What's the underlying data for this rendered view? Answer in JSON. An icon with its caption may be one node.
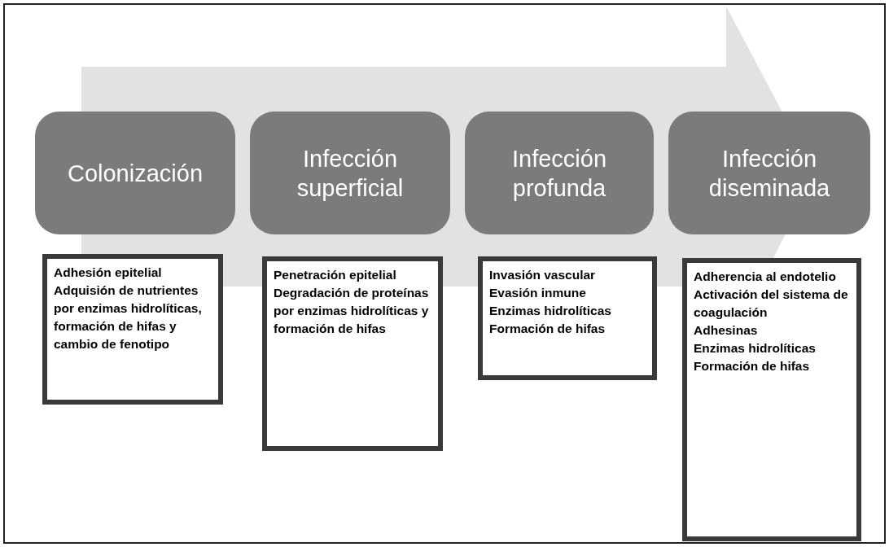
{
  "diagram": {
    "nodes": [
      {
        "text": [
          "Colonización"
        ]
      },
      {
        "text": [
          "Infección superficial"
        ]
      },
      {
        "text": [
          "Infección profunda"
        ]
      },
      {
        "text": [
          "Infección diseminada"
        ]
      },
      {
        "text": [
          "Adhesión epitelial",
          "Adquisión de nutrientes por enzimas hidrolíticas, formación de hifas y cambio de fenotipo"
        ]
      },
      {
        "text": [
          "Penetración epitelial",
          "Degradación de proteínas por enzimas hidrolíticas y formación de hifas"
        ]
      },
      {
        "text": [
          "Invasión vascular",
          "Evasión inmune",
          "Enzimas hidrolíticas",
          "Formación de hifas"
        ]
      },
      {
        "text": [
          "Adherencia al endotelio",
          "Activación del sistema de coagulación",
          "Adhesinas",
          "Enzimas hidrolíticas",
          "Formación de hifas"
        ]
      }
    ]
  }
}
